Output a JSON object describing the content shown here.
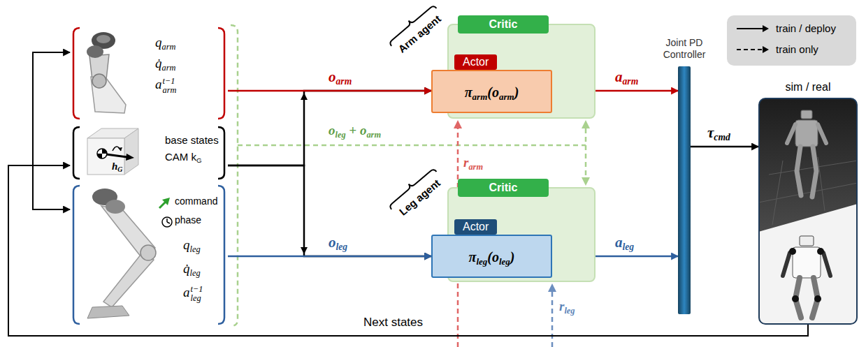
{
  "diagram": {
    "nodes": [
      {
        "text": [
          "qarm",
          "q̇arm",
          "at−1arm"
        ]
      },
      {
        "text": [
          "base states",
          "CAM kG"
        ]
      },
      {
        "text": [
          "command",
          "phase",
          "qleg",
          "q̇leg",
          "at−1leg"
        ]
      },
      {
        "text": [
          "Arm agent"
        ]
      },
      {
        "text": [
          "Critic"
        ],
        "in": 3
      },
      {
        "text": [
          "Actor",
          "πarm(oarm)"
        ],
        "in": 3
      },
      {
        "text": [
          "Leg agent"
        ]
      },
      {
        "text": [
          "Critic"
        ],
        "in": 6
      },
      {
        "text": [
          "Actor",
          "πleg(oleg)"
        ],
        "in": 6
      },
      {
        "text": [
          "Joint PD Controller"
        ]
      },
      {
        "text": [
          "sim / real"
        ]
      }
    ],
    "edges": [
      {
        "from": 0,
        "to": 5,
        "label": "oarm",
        "arrow": "to"
      },
      {
        "from": 2,
        "to": 8,
        "label": "oleg",
        "arrow": "to"
      },
      {
        "from": 1,
        "to": 5,
        "arrow": "to"
      },
      {
        "from": 1,
        "to": 8,
        "arrow": "to"
      },
      {
        "from": 5,
        "to": 9,
        "label": "aarm",
        "arrow": "to"
      },
      {
        "from": 8,
        "to": 9,
        "label": "aleg",
        "arrow": "to"
      },
      {
        "from": 9,
        "to": 10,
        "label": "τcmd",
        "arrow": "to"
      },
      {
        "from": 10,
        "to": 0,
        "arrow": "to"
      },
      {
        "from": 10,
        "to": 1,
        "arrow": "to"
      },
      {
        "from": 10,
        "to": 2,
        "arrow": "to"
      }
    ],
    "labels": [
      "hG",
      "oleg + oarm",
      "rarm",
      "rleg",
      "Next states"
    ],
    "legend": [
      {
        "text": "train / deploy"
      },
      {
        "text": "train only"
      }
    ]
  }
}
